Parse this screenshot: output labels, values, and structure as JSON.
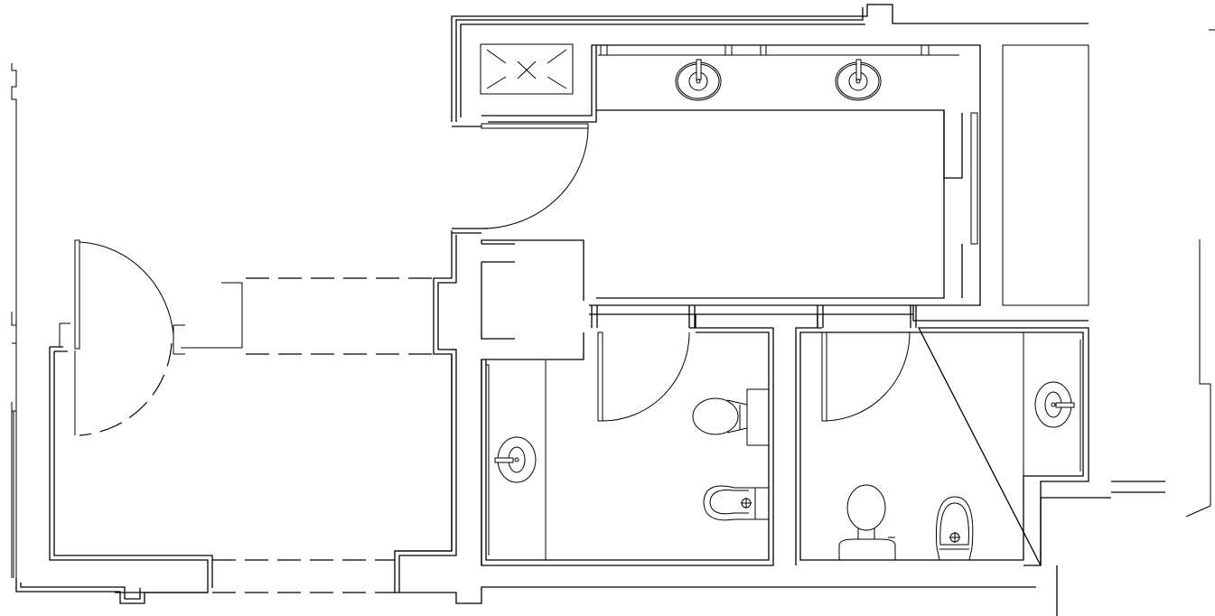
{
  "drawing": {
    "background": "#ffffff",
    "line_color": "#000000",
    "fixtures": [
      "sink",
      "sink",
      "sink",
      "sink",
      "toilet",
      "toilet",
      "bidet",
      "bidet",
      "shower"
    ]
  }
}
